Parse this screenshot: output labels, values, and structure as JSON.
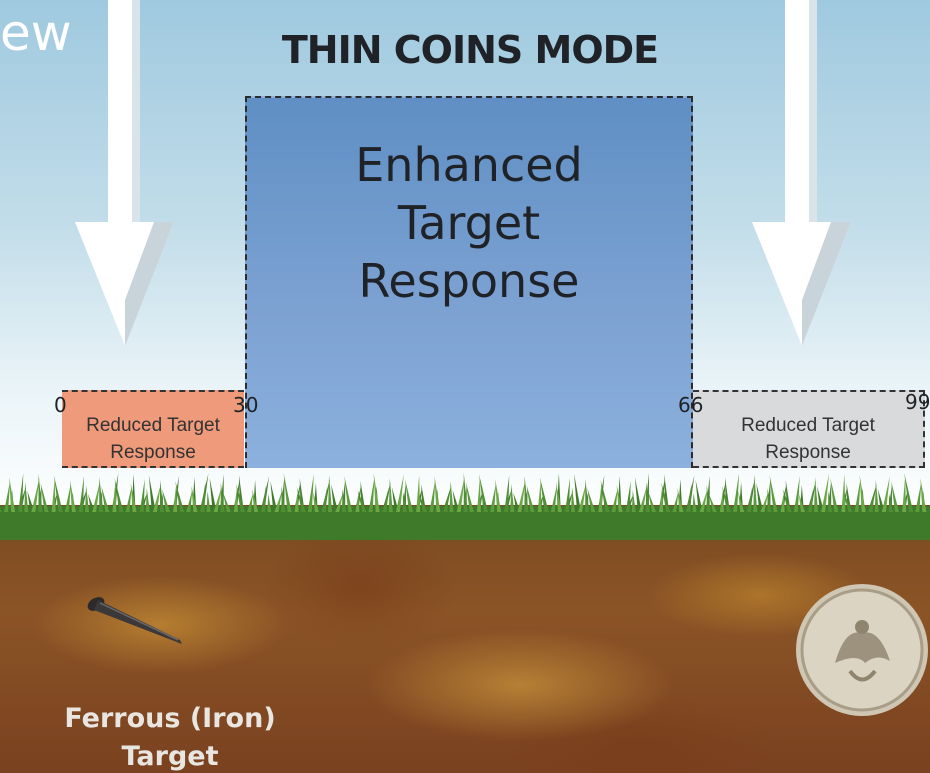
{
  "corner_text": "ew",
  "title": "THIN COINS MODE",
  "enhanced": {
    "label": "Enhanced\nTarget\nResponse",
    "range": [
      30,
      66
    ]
  },
  "reduced_low": {
    "label": "Reduced Target\nResponse",
    "range": [
      0,
      30
    ]
  },
  "reduced_high": {
    "label": "Reduced Target\nResponse",
    "range": [
      66,
      99
    ]
  },
  "ticks": {
    "t0": "0",
    "t30": "30",
    "t66": "66",
    "t99": "99"
  },
  "targets": {
    "ferrous_label": "Ferrous (Iron)\nTarget"
  },
  "colors": {
    "enhanced": "#7ea3d3",
    "reduced_low": "#ef9a7a",
    "reduced_high": "#d9dadb",
    "arrow": "#ffffff"
  },
  "icons": {
    "arrows": "down-arrow-icon",
    "nail": "iron-nail-icon",
    "coin": "eagle-coin-icon"
  }
}
